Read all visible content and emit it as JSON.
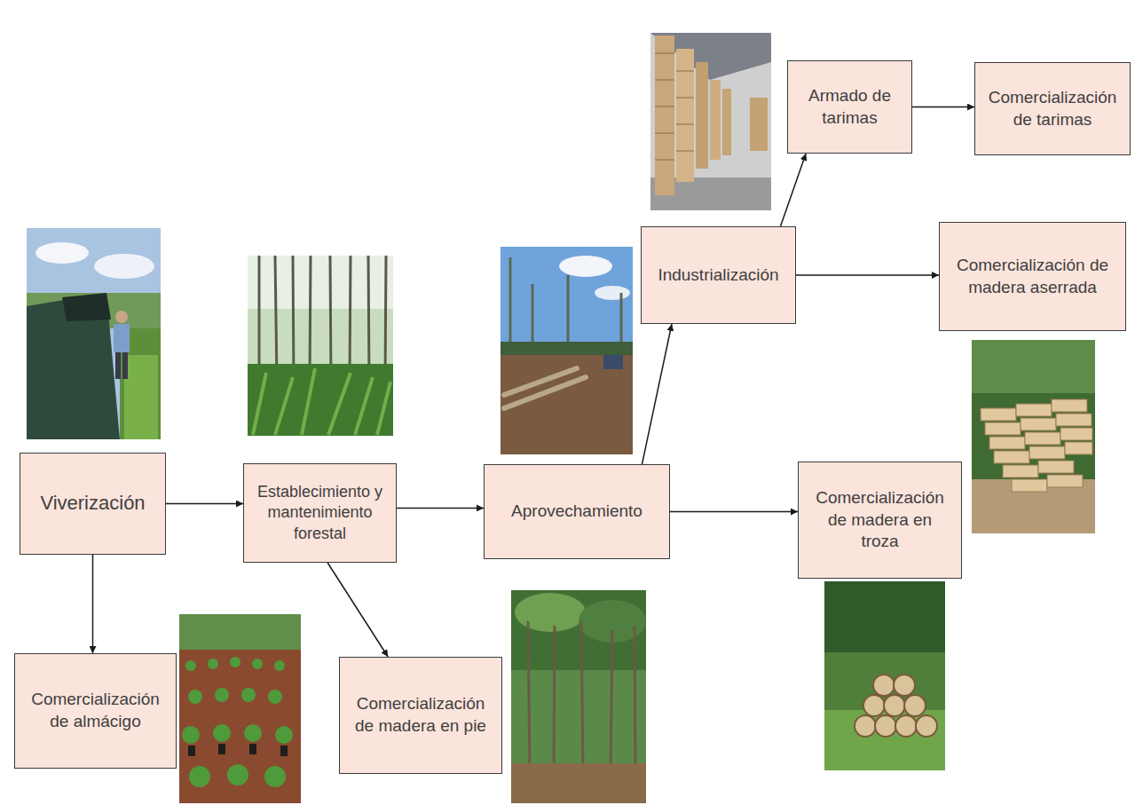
{
  "diagram": {
    "nodes": [
      {
        "text": [
          "Armado de tarimas"
        ]
      },
      {
        "text": [
          "Comercialización de tarimas"
        ]
      },
      {
        "text": [
          "Industrialización"
        ]
      },
      {
        "text": [
          "Comercialización de madera aserrada"
        ]
      },
      {
        "text": [
          "Viverización"
        ]
      },
      {
        "text": [
          "Establecimiento y mantenimiento forestal"
        ]
      },
      {
        "text": [
          "Aprovechamiento"
        ]
      },
      {
        "text": [
          "Comercialización de madera en troza"
        ]
      },
      {
        "text": [
          "Comercialización de almácigo"
        ]
      },
      {
        "text": [
          "Comercialización de madera en pie"
        ]
      }
    ],
    "edges": [
      {
        "from": 4,
        "to": 8,
        "arrow": "to"
      },
      {
        "from": 4,
        "to": 5,
        "arrow": "to"
      },
      {
        "from": 5,
        "to": 9,
        "arrow": "to"
      },
      {
        "from": 5,
        "to": 6,
        "arrow": "to"
      },
      {
        "from": 6,
        "to": 2,
        "arrow": "to"
      },
      {
        "from": 6,
        "to": 7,
        "arrow": "to"
      },
      {
        "from": 2,
        "to": 0,
        "arrow": "to"
      },
      {
        "from": 2,
        "to": 3,
        "arrow": "to"
      },
      {
        "from": 0,
        "to": 1,
        "arrow": "to"
      }
    ]
  }
}
